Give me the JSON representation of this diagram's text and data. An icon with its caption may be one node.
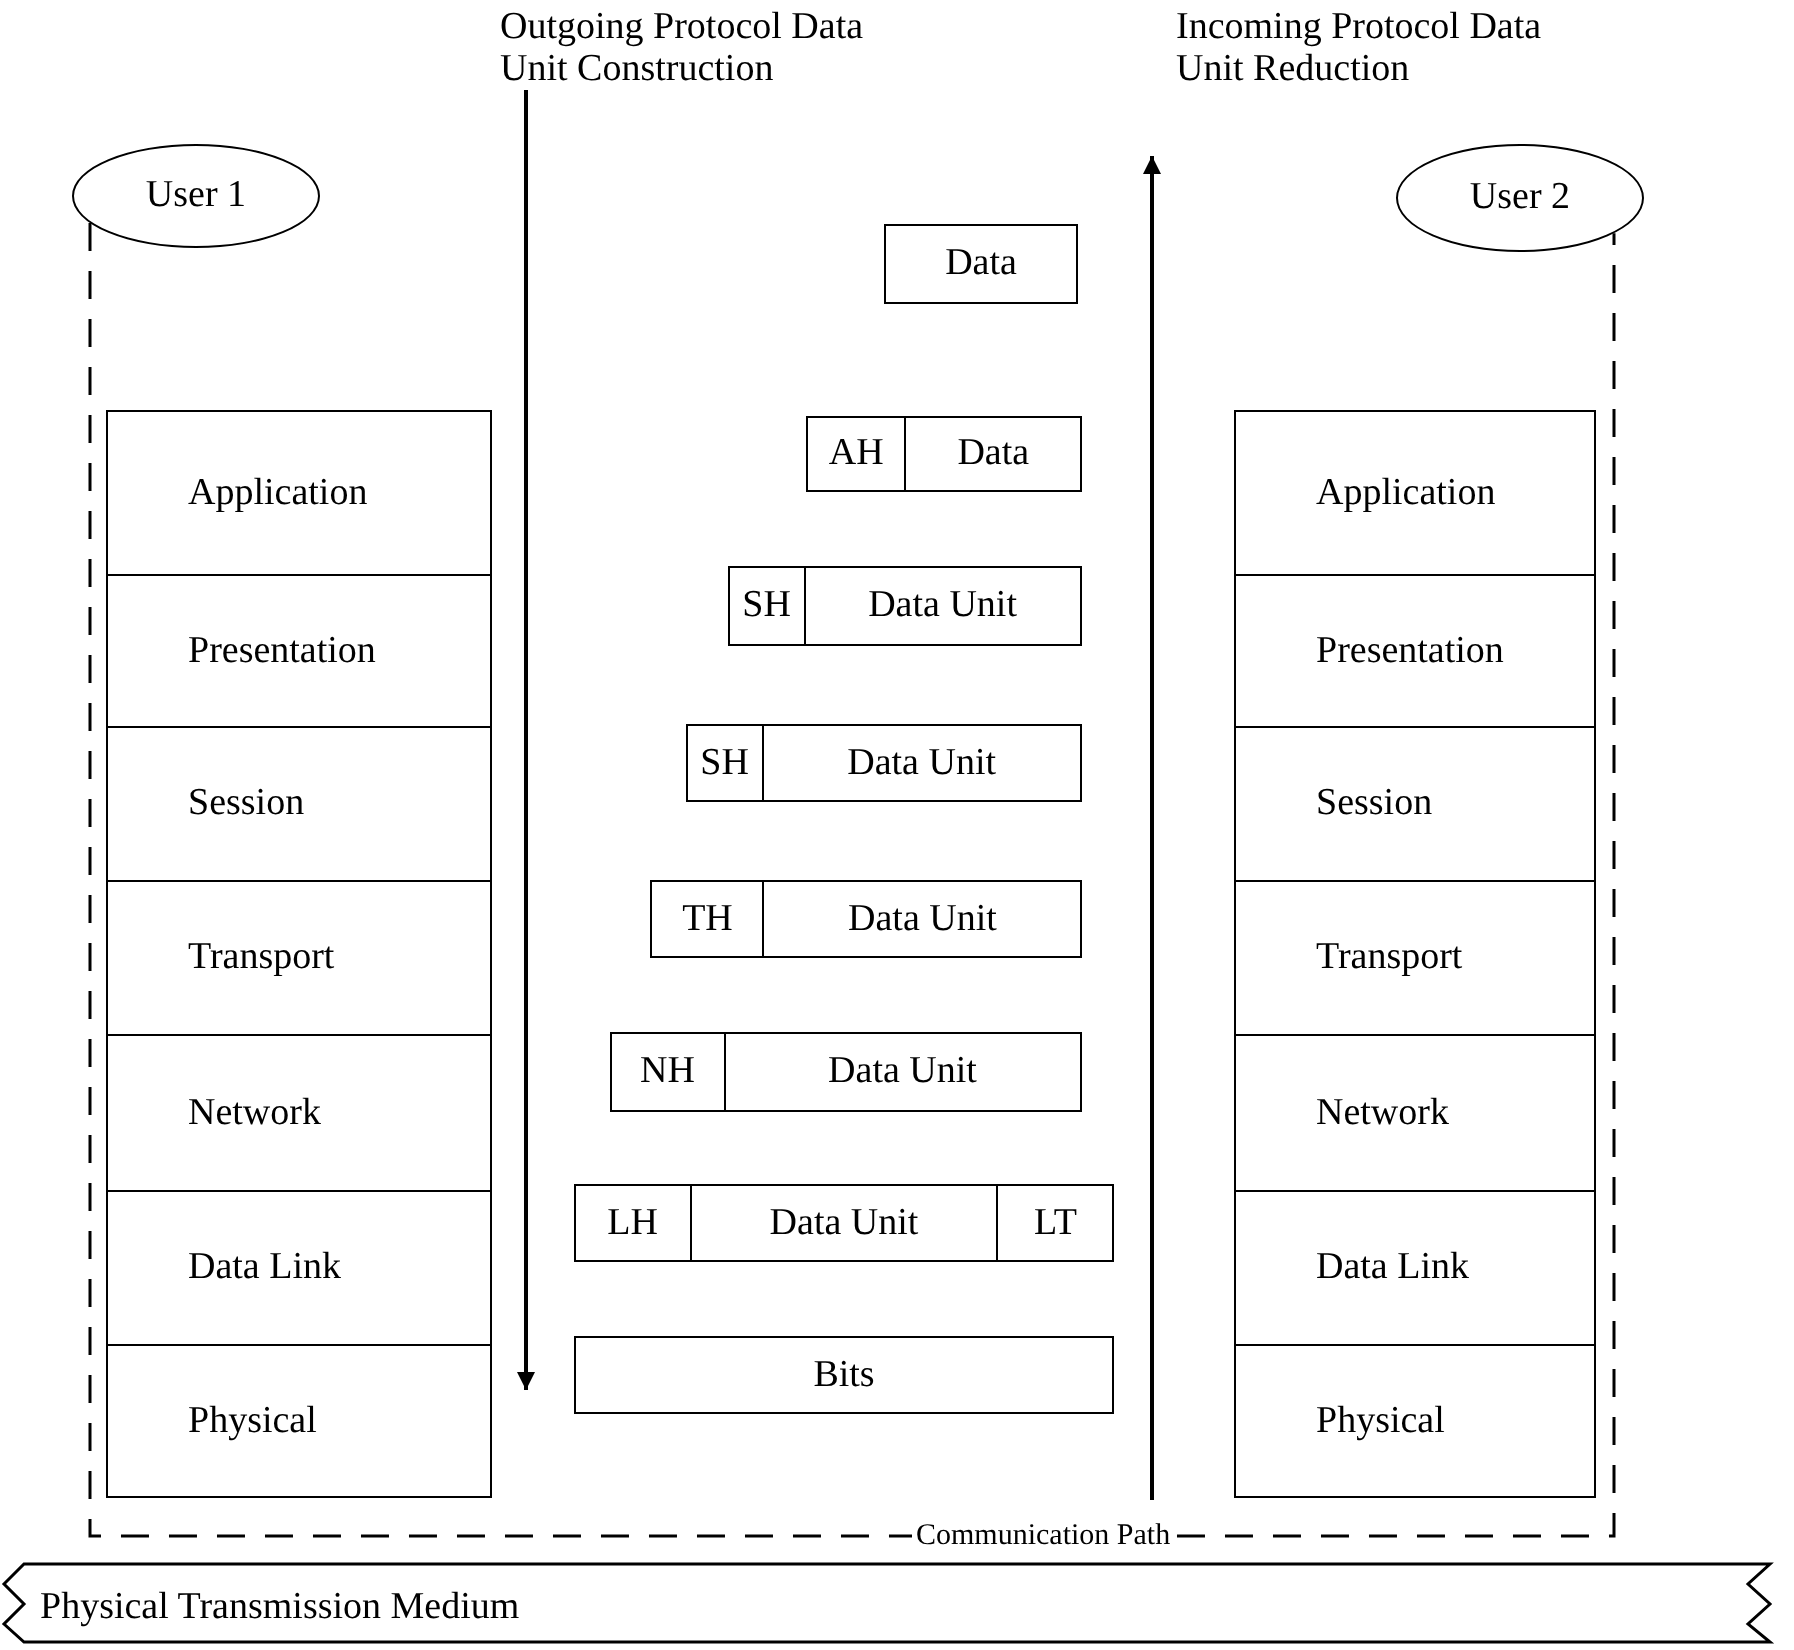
{
  "diagram": {
    "nodes": [
      {
        "text": [
          "User 1"
        ]
      },
      {
        "text": [
          "User 2"
        ]
      },
      {
        "text": [
          "Application"
        ]
      },
      {
        "text": [
          "Presentation"
        ]
      },
      {
        "text": [
          "Session"
        ]
      },
      {
        "text": [
          "Transport"
        ]
      },
      {
        "text": [
          "Network"
        ]
      },
      {
        "text": [
          "Data Link"
        ]
      },
      {
        "text": [
          "Physical"
        ]
      },
      {
        "text": [
          "Application"
        ]
      },
      {
        "text": [
          "Presentation"
        ]
      },
      {
        "text": [
          "Session"
        ]
      },
      {
        "text": [
          "Transport"
        ]
      },
      {
        "text": [
          "Network"
        ]
      },
      {
        "text": [
          "Data Link"
        ]
      },
      {
        "text": [
          "Physical"
        ]
      },
      {
        "text": [
          "Data"
        ]
      },
      {
        "text": [
          "AH",
          "Data"
        ]
      },
      {
        "text": [
          "SH",
          "Data Unit"
        ]
      },
      {
        "text": [
          "SH",
          "Data Unit"
        ]
      },
      {
        "text": [
          "TH",
          "Data Unit"
        ]
      },
      {
        "text": [
          "NH",
          "Data Unit"
        ]
      },
      {
        "text": [
          "LH",
          "Data Unit",
          "LT"
        ]
      },
      {
        "text": [
          "Bits"
        ]
      },
      {
        "text": [
          "Physical Transmission Medium"
        ]
      }
    ],
    "edges": [
      {
        "from": 0,
        "to": 1,
        "arrow": "none",
        "style": "dashed",
        "label": "Communication Path"
      }
    ],
    "labels": [
      "Outgoing Protocol Data Unit Construction",
      "Incoming Protocol Data Unit Reduction"
    ]
  }
}
